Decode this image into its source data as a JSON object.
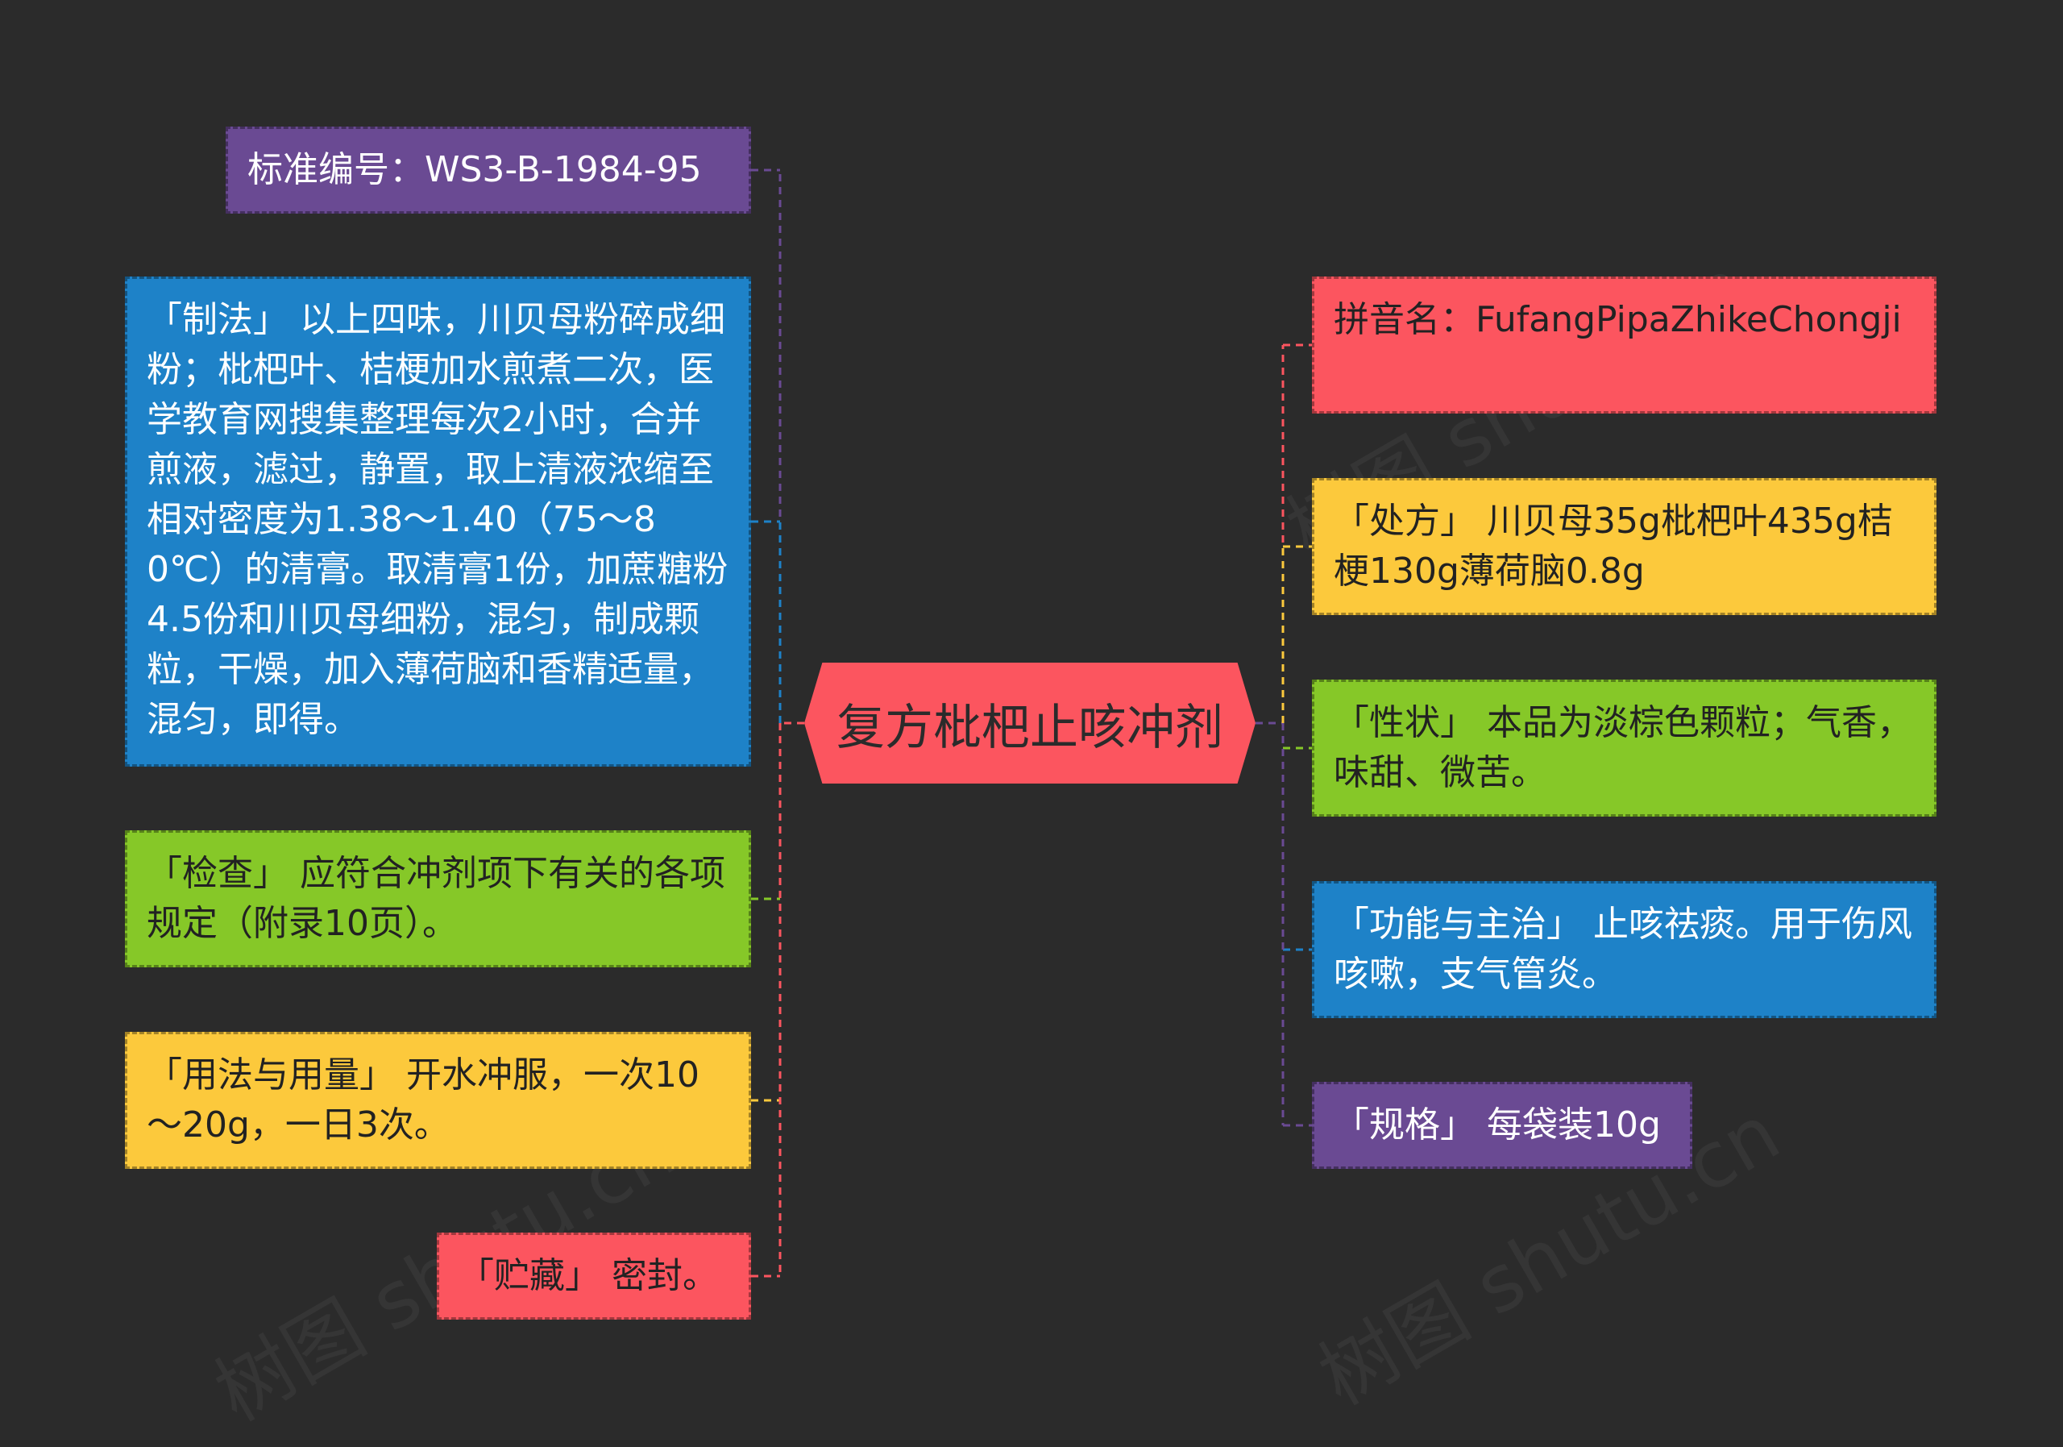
{
  "center": {
    "label": "复方枇杷止咳冲剂"
  },
  "left_nodes": [
    {
      "id": "standard",
      "text": "标准编号：WS3-B-1984-95",
      "color": "#6a4a93"
    },
    {
      "id": "preparation",
      "text": "「制法」 以上四味，川贝母粉碎成细粉；枇杷叶、桔梗加水煎煮二次，医学教育网搜集整理每次2小时，合并煎液，滤过，静置，取上清液浓缩至相对密度为1.38～1.40（75～80℃）的清膏。取清膏1份，加蔗糖粉4.5份和川贝母细粉，混匀，制成颗粒，干燥，加入薄荷脑和香精适量，混匀，即得。",
      "color": "#1e82c8"
    },
    {
      "id": "inspection",
      "text": "「检查」 应符合冲剂项下有关的各项规定（附录10页）。",
      "color": "#86c828"
    },
    {
      "id": "usage",
      "text": "「用法与用量」 开水冲服，一次10～20g，一日3次。",
      "color": "#fcc93c"
    },
    {
      "id": "storage",
      "text": "「贮藏」 密封。",
      "color": "#fc555f"
    }
  ],
  "right_nodes": [
    {
      "id": "pinyin",
      "text": "拼音名：FufangPipaZhikeChongji",
      "color": "#fc555f"
    },
    {
      "id": "prescription",
      "text": "「处方」 川贝母35g枇杷叶435g桔梗130g薄荷脑0.8g",
      "color": "#fcc93c"
    },
    {
      "id": "character",
      "text": "「性状」 本品为淡棕色颗粒；气香，味甜、微苦。",
      "color": "#86c828"
    },
    {
      "id": "function",
      "text": "「功能与主治」 止咳祛痰。用于伤风咳嗽，支气管炎。",
      "color": "#1e82c8"
    },
    {
      "id": "specification",
      "text": "「规格」 每袋装10g",
      "color": "#6a4a93"
    }
  ],
  "watermark": "树图 shutu.cn"
}
